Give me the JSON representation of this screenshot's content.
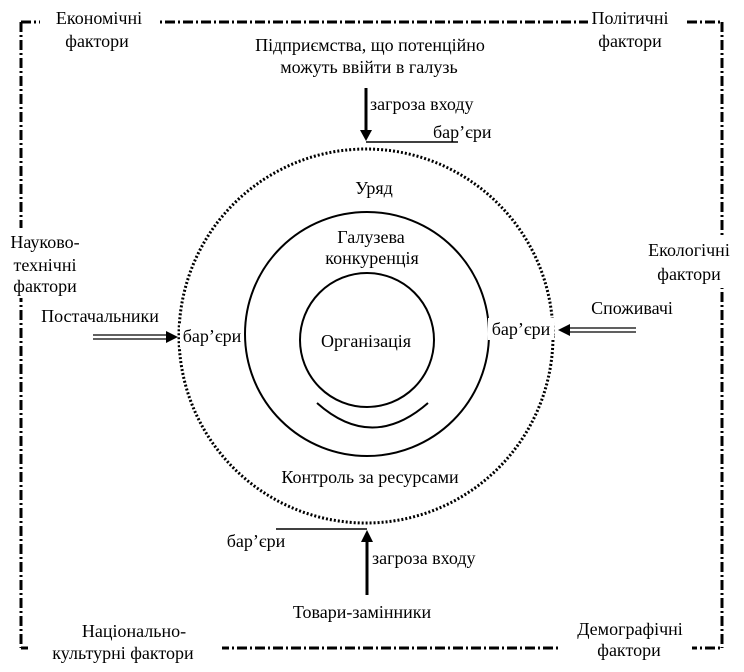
{
  "corner_factors": {
    "economic": [
      "Економічні",
      "фактори"
    ],
    "political": [
      "Політичні",
      "фактори"
    ],
    "scientific": [
      "Науково-",
      "технічні",
      "фактори"
    ],
    "ecological": [
      "Екологічні",
      "фактори"
    ],
    "national_cultural": [
      "Національно-",
      "культурні фактори"
    ],
    "demographic": [
      "Демографічні",
      "фактори"
    ]
  },
  "forces": {
    "potential_entrants": [
      "Підприємства, що потенційно",
      "можуть ввійти в галузь"
    ],
    "suppliers": "Постачальники",
    "consumers": "Споживачі",
    "substitutes": "Товари-замінники"
  },
  "flows": {
    "entry_threat_top": "загроза входу",
    "entry_threat_bottom": "загроза входу",
    "barriers_top": "бар’єри",
    "barriers_left": "бар’єри",
    "barriers_right": "бар’єри",
    "barriers_bottom": "бар’єри"
  },
  "circles": {
    "outer": "Уряд",
    "middle": [
      "Галузева",
      "конкуренція"
    ],
    "inner": "Організація",
    "resources": "Контроль за ресурсами"
  },
  "colors": {
    "stroke": "#000000",
    "background": "#ffffff"
  }
}
